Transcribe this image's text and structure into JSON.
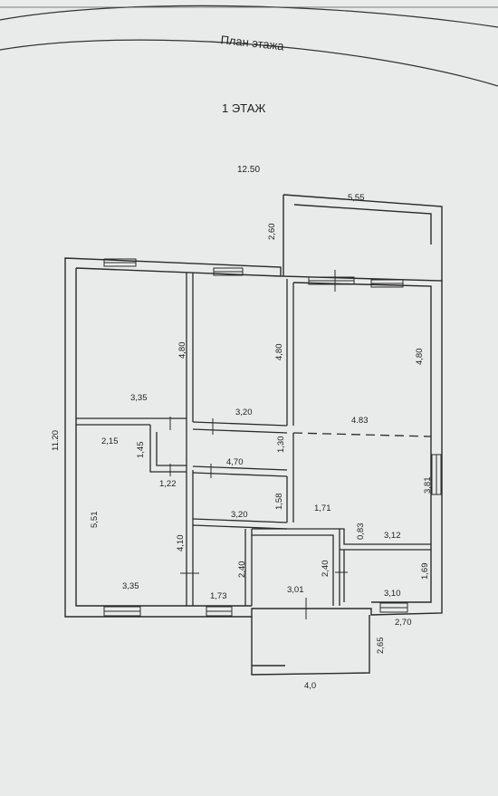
{
  "header": {
    "plan_title": "План этажа",
    "floor_label": "1 ЭТАЖ"
  },
  "dimensions": {
    "total_width": "12.50",
    "total_height": "11.20",
    "terrace_top_width": "5,55",
    "terrace_top_depth": "2,60",
    "room1_height": "4,80",
    "room1_width": "3,35",
    "room2_height": "4,80",
    "room2_width": "3,20",
    "room3_height": "4,80",
    "room3_width": "4.83",
    "right_wall_lower": "3,81",
    "closet_width": "2,15",
    "closet_height": "1,45",
    "hall_left_width": "1,22",
    "hall_corridor": "4,70",
    "hall_corridor_h": "1,30",
    "room_mid_width": "3,20",
    "room_mid_height": "1,58",
    "room_left_height": "5,51",
    "room_left_width": "3,35",
    "wall_4_10": "4,10",
    "small_room_height": "2,40",
    "small_room_width": "1,73",
    "bath_height": "2,40",
    "bath_width": "3,01",
    "step_width": "1,71",
    "step_height": "0,83",
    "kitchen_width": "3,12",
    "pantry_height": "1,69",
    "pantry_width": "3,10",
    "porch_right": "2,70",
    "porch_depth": "2,65",
    "porch_width": "4,0"
  },
  "colors": {
    "paper": "#e9ebea",
    "line": "#2a2a2a",
    "text": "#222222"
  }
}
